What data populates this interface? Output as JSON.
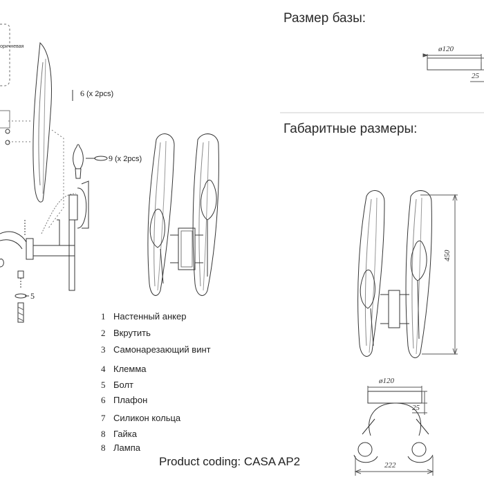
{
  "base_section": {
    "title": "Размер базы:",
    "diameter_label": "ø120",
    "height_label": "25"
  },
  "overall_section": {
    "title": "Габаритные размеры:",
    "height_label": "450",
    "base_diameter_label": "ø120",
    "base_height_label": "25",
    "width_label": "222"
  },
  "callouts": {
    "part6": {
      "num": "6",
      "qty": "(x 2pcs)"
    },
    "part9": {
      "num": "9",
      "qty": "(x 2pcs)"
    },
    "part5": {
      "num": "5"
    },
    "wire_label": "оричневая"
  },
  "legend": [
    {
      "num": "1",
      "label": "Настенный анкер"
    },
    {
      "num": "2",
      "label": "Вкрутить"
    },
    {
      "num": "3",
      "label": "Самонарезающий винт"
    },
    {
      "num": "4",
      "label": "Клемма"
    },
    {
      "num": "5",
      "label": "Болт"
    },
    {
      "num": "6",
      "label": "Плафон"
    },
    {
      "num": "7",
      "label": "Силикон кольца"
    },
    {
      "num": "8",
      "label": "Гайка"
    },
    {
      "num": "8",
      "label": "Лампа"
    }
  ],
  "footer": {
    "text": "Product coding: CASA AP2"
  },
  "colors": {
    "line": "#333333",
    "dim_line": "#555555",
    "divider": "#cccccc"
  }
}
